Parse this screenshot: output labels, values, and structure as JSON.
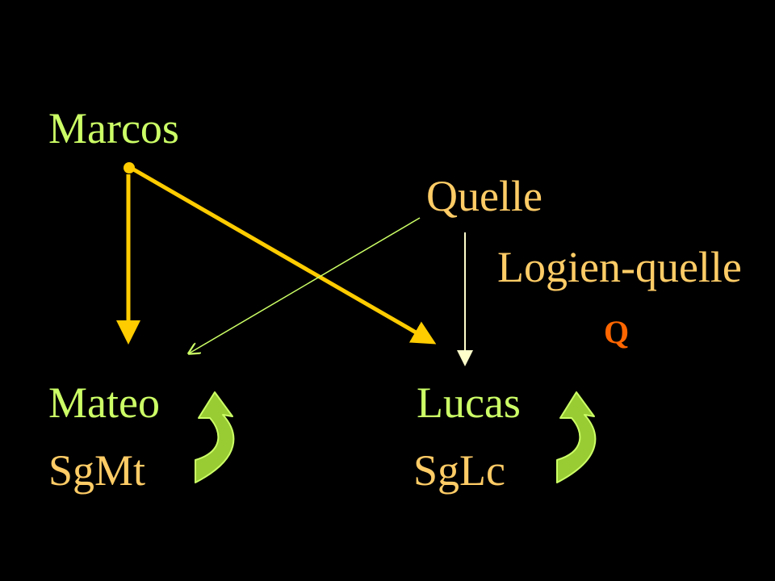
{
  "nodes": {
    "marcos": "Marcos",
    "quelle": "Quelle",
    "logien_quelle": "Logien-quelle",
    "q": "Q",
    "mateo": "Mateo",
    "lucas": "Lucas",
    "sgmt": "SgMt",
    "sglc": "SgLc"
  },
  "colors": {
    "background": "#000000",
    "gospel_label": "#ccff66",
    "source_label": "#ffcc66",
    "q_label": "#ff6600",
    "marcos_arrows": "#ffcc00",
    "quelle_arrows": "#ccff66",
    "curl_fill": "#99cc33"
  },
  "edges": [
    {
      "from": "Marcos",
      "to": "Mateo"
    },
    {
      "from": "Marcos",
      "to": "Lucas"
    },
    {
      "from": "Quelle",
      "to": "Mateo"
    },
    {
      "from": "Quelle",
      "to": "Lucas"
    }
  ]
}
